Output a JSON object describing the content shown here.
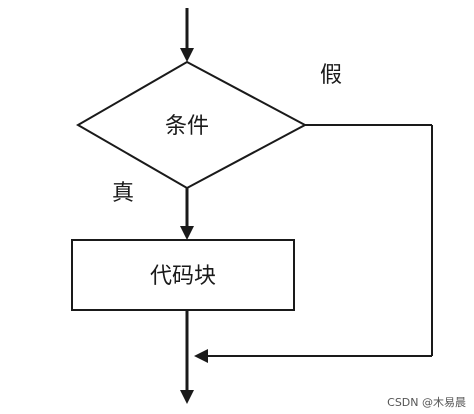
{
  "diagram": {
    "condition_label": "条件",
    "false_label": "假",
    "true_label": "真",
    "code_block_label": "代码块",
    "watermark": "CSDN @木易晨"
  },
  "colors": {
    "stroke": "#1a1a1a",
    "background": "#ffffff",
    "watermark": "#555555"
  }
}
